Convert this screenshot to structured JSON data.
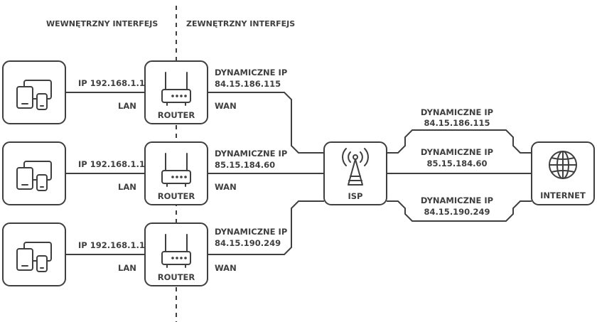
{
  "headers": {
    "internal": "WEWNĘTRZNY INTERFEJS",
    "external": "ZEWNĘTRZNY INTERFEJS"
  },
  "rows": [
    {
      "lan_ip": "IP 192.168.1.1",
      "lan_label": "LAN",
      "router_label": "ROUTER",
      "wan_label": "WAN",
      "wan_title": "DYNAMICZNE IP",
      "wan_ip": "84.15.186.115"
    },
    {
      "lan_ip": "IP 192.168.1.1",
      "lan_label": "LAN",
      "router_label": "ROUTER",
      "wan_label": "WAN",
      "wan_title": "DYNAMICZNE IP",
      "wan_ip": "85.15.184.60"
    },
    {
      "lan_ip": "IP 192.168.1.1",
      "lan_label": "LAN",
      "router_label": "ROUTER",
      "wan_label": "WAN",
      "wan_title": "DYNAMICZNE IP",
      "wan_ip": "84.15.190.249"
    }
  ],
  "isp": {
    "label": "ISP",
    "icon": "antenna-icon"
  },
  "internet": {
    "label": "INTERNET",
    "icon": "globe-icon"
  },
  "links": [
    {
      "title": "DYNAMICZNE IP",
      "ip": "84.15.186.115"
    },
    {
      "title": "DYNAMICZNE IP",
      "ip": "85.15.184.60"
    },
    {
      "title": "DYNAMICZNE IP",
      "ip": "84.15.190.249"
    }
  ],
  "colors": {
    "stroke": "#3f3f3f",
    "background": "#ffffff"
  }
}
